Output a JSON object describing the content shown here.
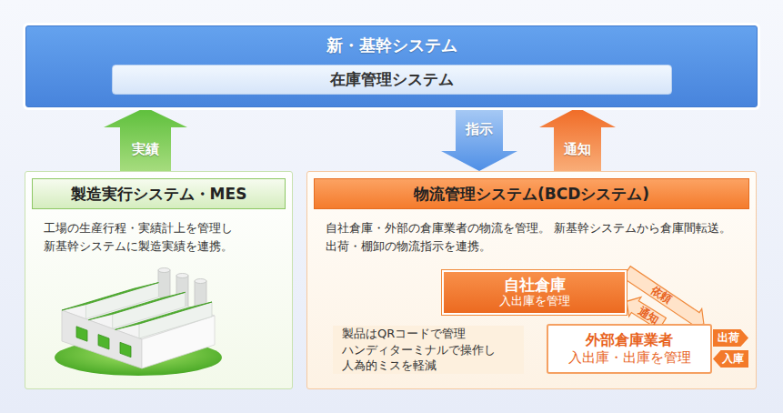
{
  "diagram": {
    "nodes": [
      {
        "text": [
          "新・基幹システム"
        ]
      },
      {
        "text": [
          "在庫管理システム"
        ],
        "in": 0
      },
      {
        "text": [
          "製造実行システム・MES",
          "工場の生産行程・実績計上を管理し 新基幹システムに製造実績を連携。"
        ]
      },
      {
        "text": [
          "物流管理システム(BCDシステム)",
          "自社倉庫・外部の倉庫業者の物流を管理。 新基幹システムから倉庫間転送。出荷・棚卸の物流指示を連携。"
        ]
      },
      {
        "text": [
          "自社倉庫",
          "入出庫を管理"
        ],
        "in": 3
      },
      {
        "text": [
          "製品はQRコードで管理 ハンディターミナルで操作し 人為的ミスを軽減"
        ],
        "in": 3
      },
      {
        "text": [
          "外部倉庫業者",
          "入出庫・出庫を管理"
        ],
        "in": 3
      }
    ],
    "edges": [
      {
        "from": 2,
        "to": 0,
        "label": "実績",
        "arrow": "to"
      },
      {
        "from": 0,
        "to": 3,
        "label": "指示",
        "arrow": "to"
      },
      {
        "from": 3,
        "to": 0,
        "label": "通知",
        "arrow": "to"
      },
      {
        "from": 6,
        "to": 4,
        "label": "通知",
        "arrow": "to"
      },
      {
        "from": 4,
        "to": 6,
        "label": "依頼",
        "arrow": "to"
      }
    ],
    "labels": [
      "出荷",
      "入庫"
    ]
  }
}
